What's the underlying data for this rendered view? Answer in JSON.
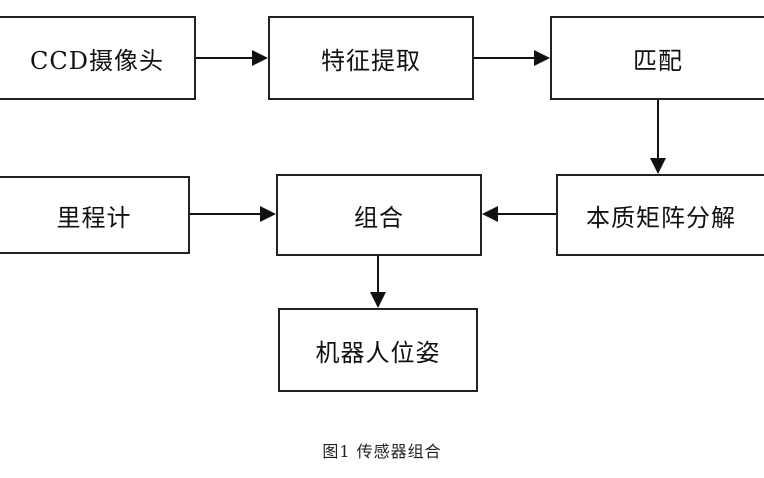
{
  "nodes": {
    "ccd_camera": "CCD摄像头",
    "feature_extraction": "特征提取",
    "matching": "匹配",
    "odometer": "里程计",
    "combination": "组合",
    "essential_matrix_decomposition": "本质矩阵分解",
    "robot_pose": "机器人位姿"
  },
  "caption": "图1  传感器组合"
}
